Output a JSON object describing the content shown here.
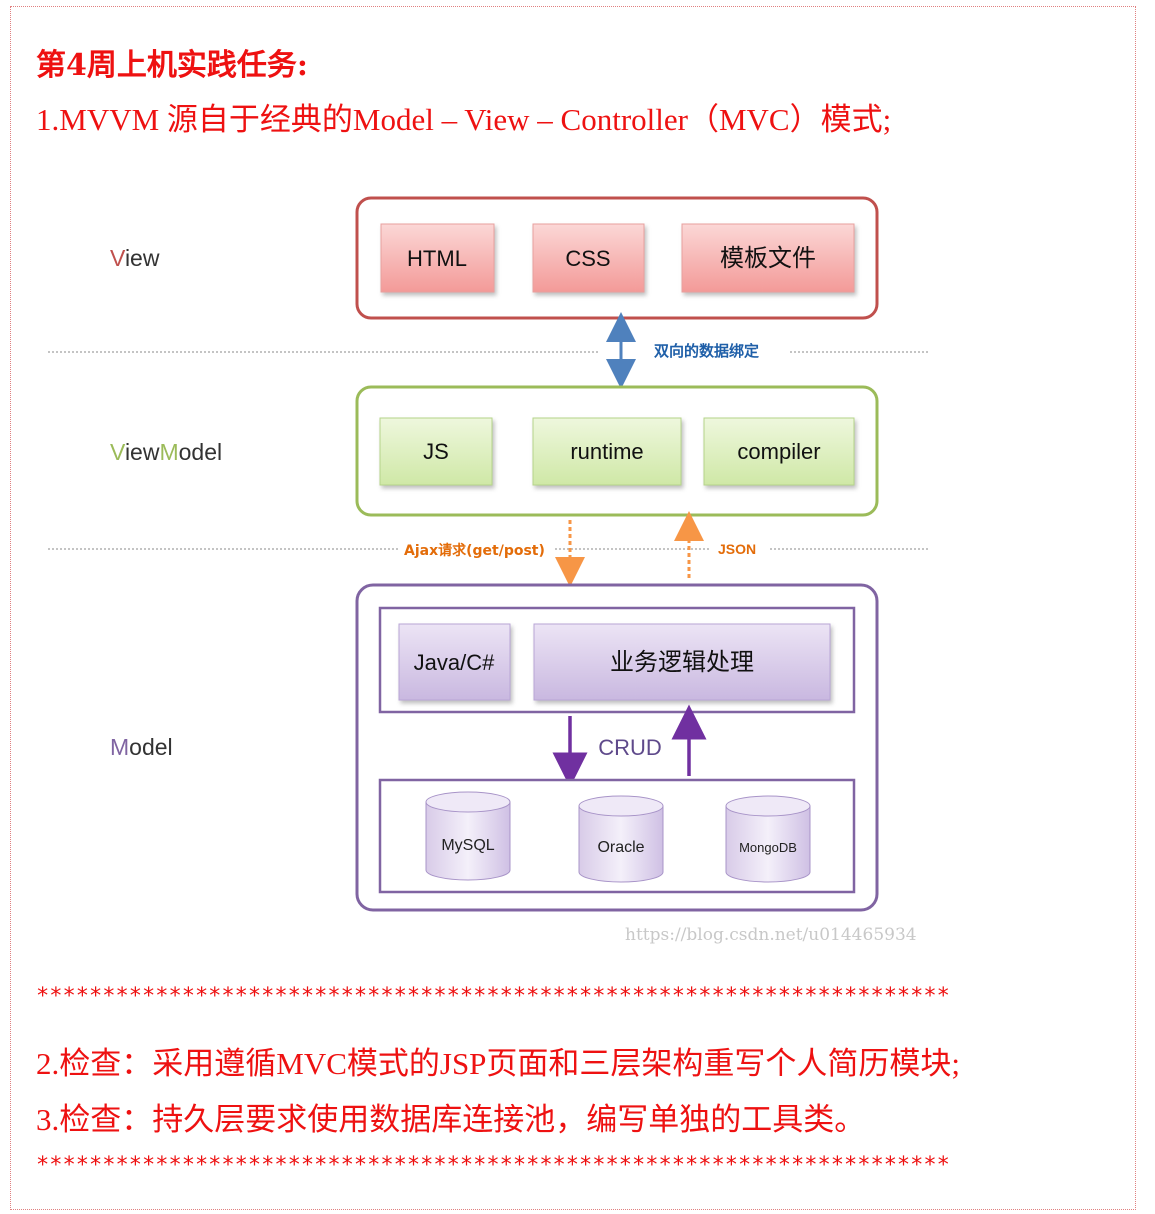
{
  "heading": "第4周上机实践任务:",
  "line1": "1.MVVM 源自于经典的Model – View – Controller（MVC）模式;",
  "diagram": {
    "layers": {
      "view": {
        "first": "V",
        "rest": "iew"
      },
      "viewmodel": {
        "first": "V",
        "mid": "iew",
        "second": "M",
        "rest": "odel"
      },
      "model": {
        "first": "M",
        "rest": "odel"
      }
    },
    "view_boxes": [
      "HTML",
      "CSS",
      "模板文件"
    ],
    "viewmodel_boxes": [
      "JS",
      "runtime",
      "compiler"
    ],
    "model_boxes": [
      "Java/C#",
      "业务逻辑处理"
    ],
    "databases": [
      "MySQL",
      "Oracle",
      "MongoDB"
    ],
    "binding_label": "双向的数据绑定",
    "ajax_label": "Ajax请求(get/post)",
    "json_label": "JSON",
    "crud_label": "CRUD",
    "watermark": "https://blog.csdn.net/u014465934",
    "colors": {
      "view_border": "#c0504d",
      "viewmodel_border": "#9bbb59",
      "model_border": "#8064a2",
      "binding_arrow": "#4f81bd",
      "ajax_arrow": "#f79646",
      "crud_arrow": "#7030a0"
    }
  },
  "stars_line": "*********************************************************************",
  "line2": "2.检查：采用遵循MVC模式的JSP页面和三层架构重写个人简历模块;",
  "line3": "3.检查：持久层要求使用数据库连接池，编写单独的工具类。"
}
